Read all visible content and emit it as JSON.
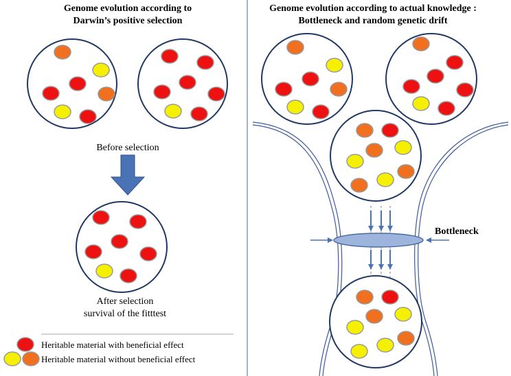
{
  "left_panel": {
    "title_line1": "Genome evolution according to",
    "title_line2": "Darwin’s positive selection",
    "before_label": "Before selection",
    "after_label_line1": "After selection",
    "after_label_line2": "survival of the fitttest"
  },
  "right_panel": {
    "title_line1": "Genome evolution according to actual knowledge :",
    "title_line2": "Bottleneck and random genetic drift",
    "bottleneck_label": "Bottleneck"
  },
  "legend": {
    "beneficial": "Heritable material with beneficial effect",
    "non_beneficial": "Heritable material without beneficial effect"
  },
  "colors": {
    "red": "#ee1111",
    "orange": "#f07020",
    "yellow": "#f5f000",
    "cell_stroke": "#1f3864",
    "arrow_blue": "#4a73b5",
    "bottleneck_fill": "#9db5dd",
    "dot_stroke": "#999999"
  }
}
